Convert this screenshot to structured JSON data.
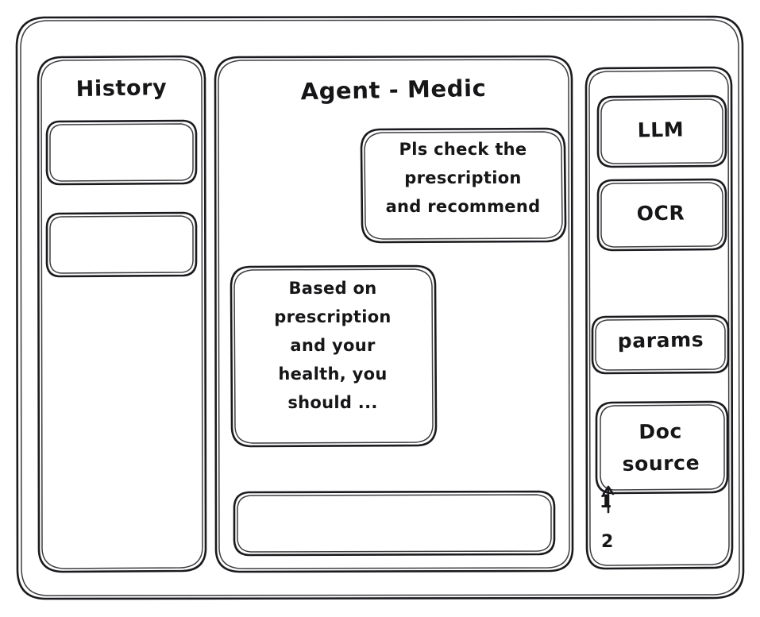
{
  "window": {
    "style": "hand-drawn-wireframe",
    "ink_color": "#1b1b1f",
    "background_color": "#ffffff"
  },
  "history_panel": {
    "title": "History",
    "items": [
      {
        "label": ""
      },
      {
        "label": ""
      }
    ]
  },
  "chat_panel": {
    "title": "Agent - Medic",
    "messages": [
      {
        "role": "user",
        "align": "right",
        "lines": [
          "Pls check the",
          "prescription",
          "and recommend"
        ],
        "text": "Pls check the prescription and recommend"
      },
      {
        "role": "agent",
        "align": "left",
        "lines": [
          "Based on",
          "prescription",
          "and your",
          "health, you",
          "should ..."
        ],
        "text": "Based on prescription and your health, you should ..."
      }
    ],
    "composer": {
      "value": "",
      "placeholder": ""
    }
  },
  "tools_panel": {
    "items": [
      {
        "label": "LLM"
      },
      {
        "label": "OCR"
      },
      {
        "label": "params"
      },
      {
        "label": "Doc\nsource"
      }
    ],
    "doc_sources": [
      {
        "label": "1"
      },
      {
        "label": "2"
      }
    ]
  }
}
